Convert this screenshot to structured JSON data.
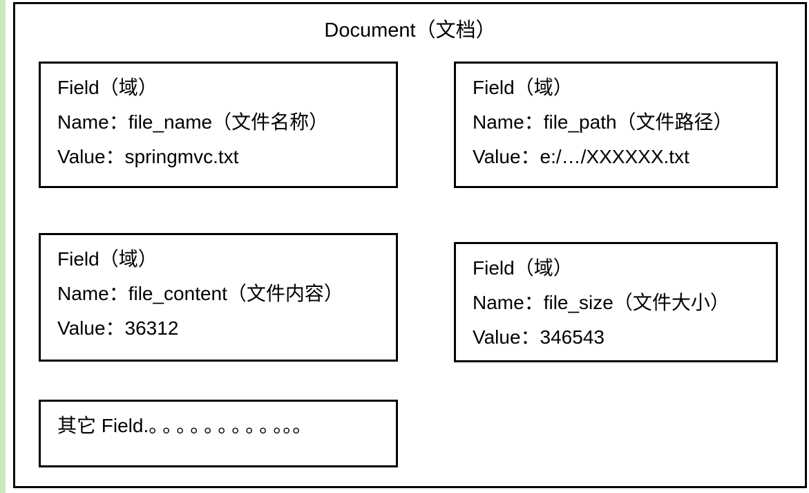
{
  "diagram": {
    "title": "Document（文档）",
    "accent_color": "#c9e7c0",
    "border_color": "#000000",
    "background_color": "#ffffff",
    "fields": [
      {
        "id": "file-name",
        "heading": "Field（域）",
        "name_line": "Name：file_name（文件名称）",
        "value_line": "Value：springmvc.txt",
        "name": "file_name",
        "name_cn": "文件名称",
        "value": "springmvc.txt"
      },
      {
        "id": "file-path",
        "heading": "Field（域）",
        "name_line": "Name：file_path（文件路径）",
        "value_line": "Value：e:/…/XXXXXX.txt",
        "name": "file_path",
        "name_cn": "文件路径",
        "value": "e:/…/XXXXXX.txt"
      },
      {
        "id": "file-content",
        "heading": "Field（域）",
        "name_line": "Name：file_content（文件内容）",
        "value_line": "Value：36312",
        "name": "file_content",
        "name_cn": "文件内容",
        "value": "36312"
      },
      {
        "id": "file-size",
        "heading": "Field（域）",
        "name_line": "Name：file_size（文件大小）",
        "value_line": "Value：346543",
        "name": "file_size",
        "name_cn": "文件大小",
        "value": "346543"
      }
    ],
    "other_field": {
      "label": "其它 Field.",
      "dots_wide": "。。。。。。。。。",
      "dots_tight": "。。。"
    }
  }
}
